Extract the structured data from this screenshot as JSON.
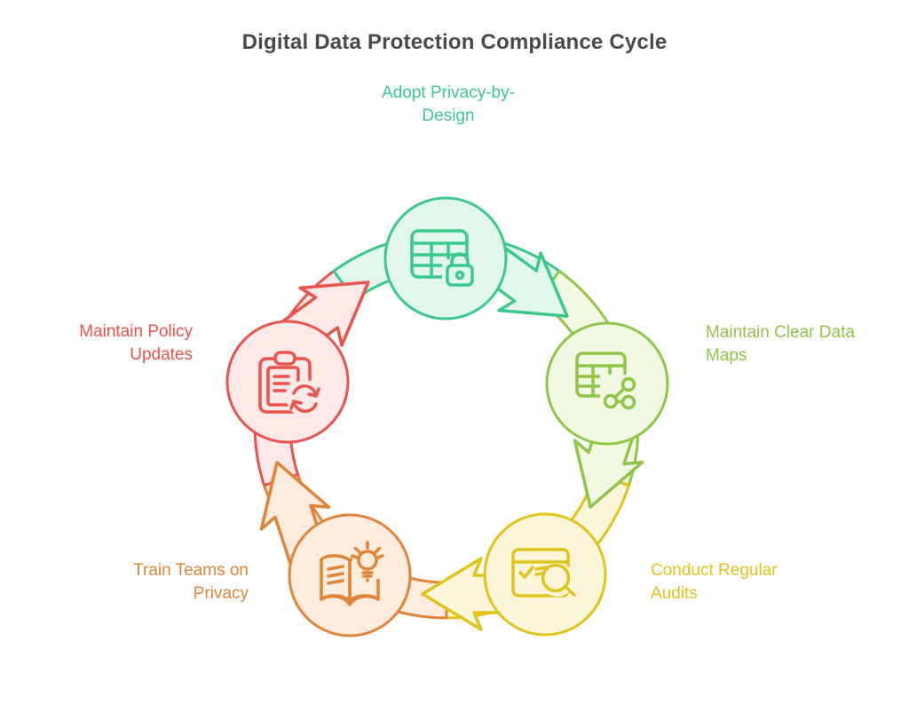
{
  "title": "Digital Data Protection Compliance Cycle",
  "colors": {
    "title": "#4a4a4a",
    "background": "#ffffff"
  },
  "diagram": {
    "type": "cycle",
    "direction": "clockwise",
    "steps": [
      {
        "label": "Adopt Privacy-by-Design",
        "position": "top",
        "icon": "table-lock-icon",
        "color": "#3bc98b",
        "fill": "#e2f8ed"
      },
      {
        "label": "Maintain Clear Data Maps",
        "position": "right",
        "icon": "table-share-icon",
        "color": "#8fc549",
        "fill": "#f2f9e2"
      },
      {
        "label": "Conduct Regular Audits",
        "position": "bottom-right",
        "icon": "audit-search-icon",
        "color": "#e0c41c",
        "fill": "#fbf6d9"
      },
      {
        "label": "Train Teams on Privacy",
        "position": "bottom-left",
        "icon": "book-idea-icon",
        "color": "#e08538",
        "fill": "#fcecdd"
      },
      {
        "label": "Maintain Policy Updates",
        "position": "left",
        "icon": "clipboard-refresh-icon",
        "color": "#e9544c",
        "fill": "#fde9e8"
      }
    ]
  }
}
